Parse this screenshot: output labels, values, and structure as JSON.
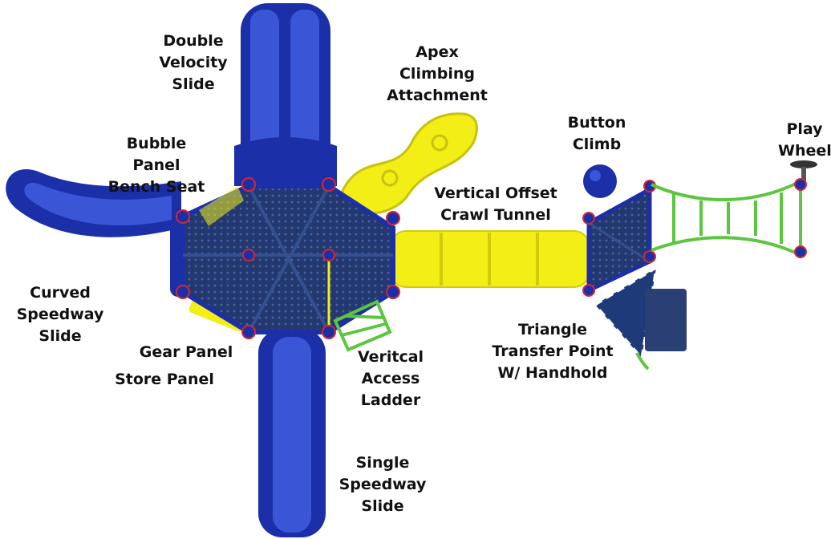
{
  "colors": {
    "slide_blue": "#1b2fa8",
    "slide_blue_light": "#3a55d6",
    "deck_navy": "#22386f",
    "tunnel_yellow": "#f2ee16",
    "rail_green": "#5dc53f",
    "accent_red": "#d8262c",
    "label_text": "#111111"
  },
  "labels": {
    "double_velocity_slide": [
      "Double",
      "Velocity",
      "Slide"
    ],
    "apex_climbing_attachment": [
      "Apex",
      "Climbing",
      "Attachment"
    ],
    "button_climb": [
      "Button",
      "Climb"
    ],
    "play_wheel": [
      "Play",
      "Wheel"
    ],
    "bubble_panel_bench_seat": [
      "Bubble",
      "Panel",
      "Bench Seat"
    ],
    "vertical_offset_crawl_tunnel": [
      "Vertical Offset",
      "Crawl Tunnel"
    ],
    "curved_speedway_slide": [
      "Curved",
      "Speedway",
      "Slide"
    ],
    "gear_panel": [
      "Gear Panel"
    ],
    "store_panel": [
      "Store Panel"
    ],
    "vertical_access_ladder": [
      "Veritcal",
      "Access",
      "Ladder"
    ],
    "triangle_transfer_point": [
      "Triangle",
      "Transfer Point",
      "W/ Handhold"
    ],
    "single_speedway_slide": [
      "Single",
      "Speedway",
      "Slide"
    ]
  }
}
